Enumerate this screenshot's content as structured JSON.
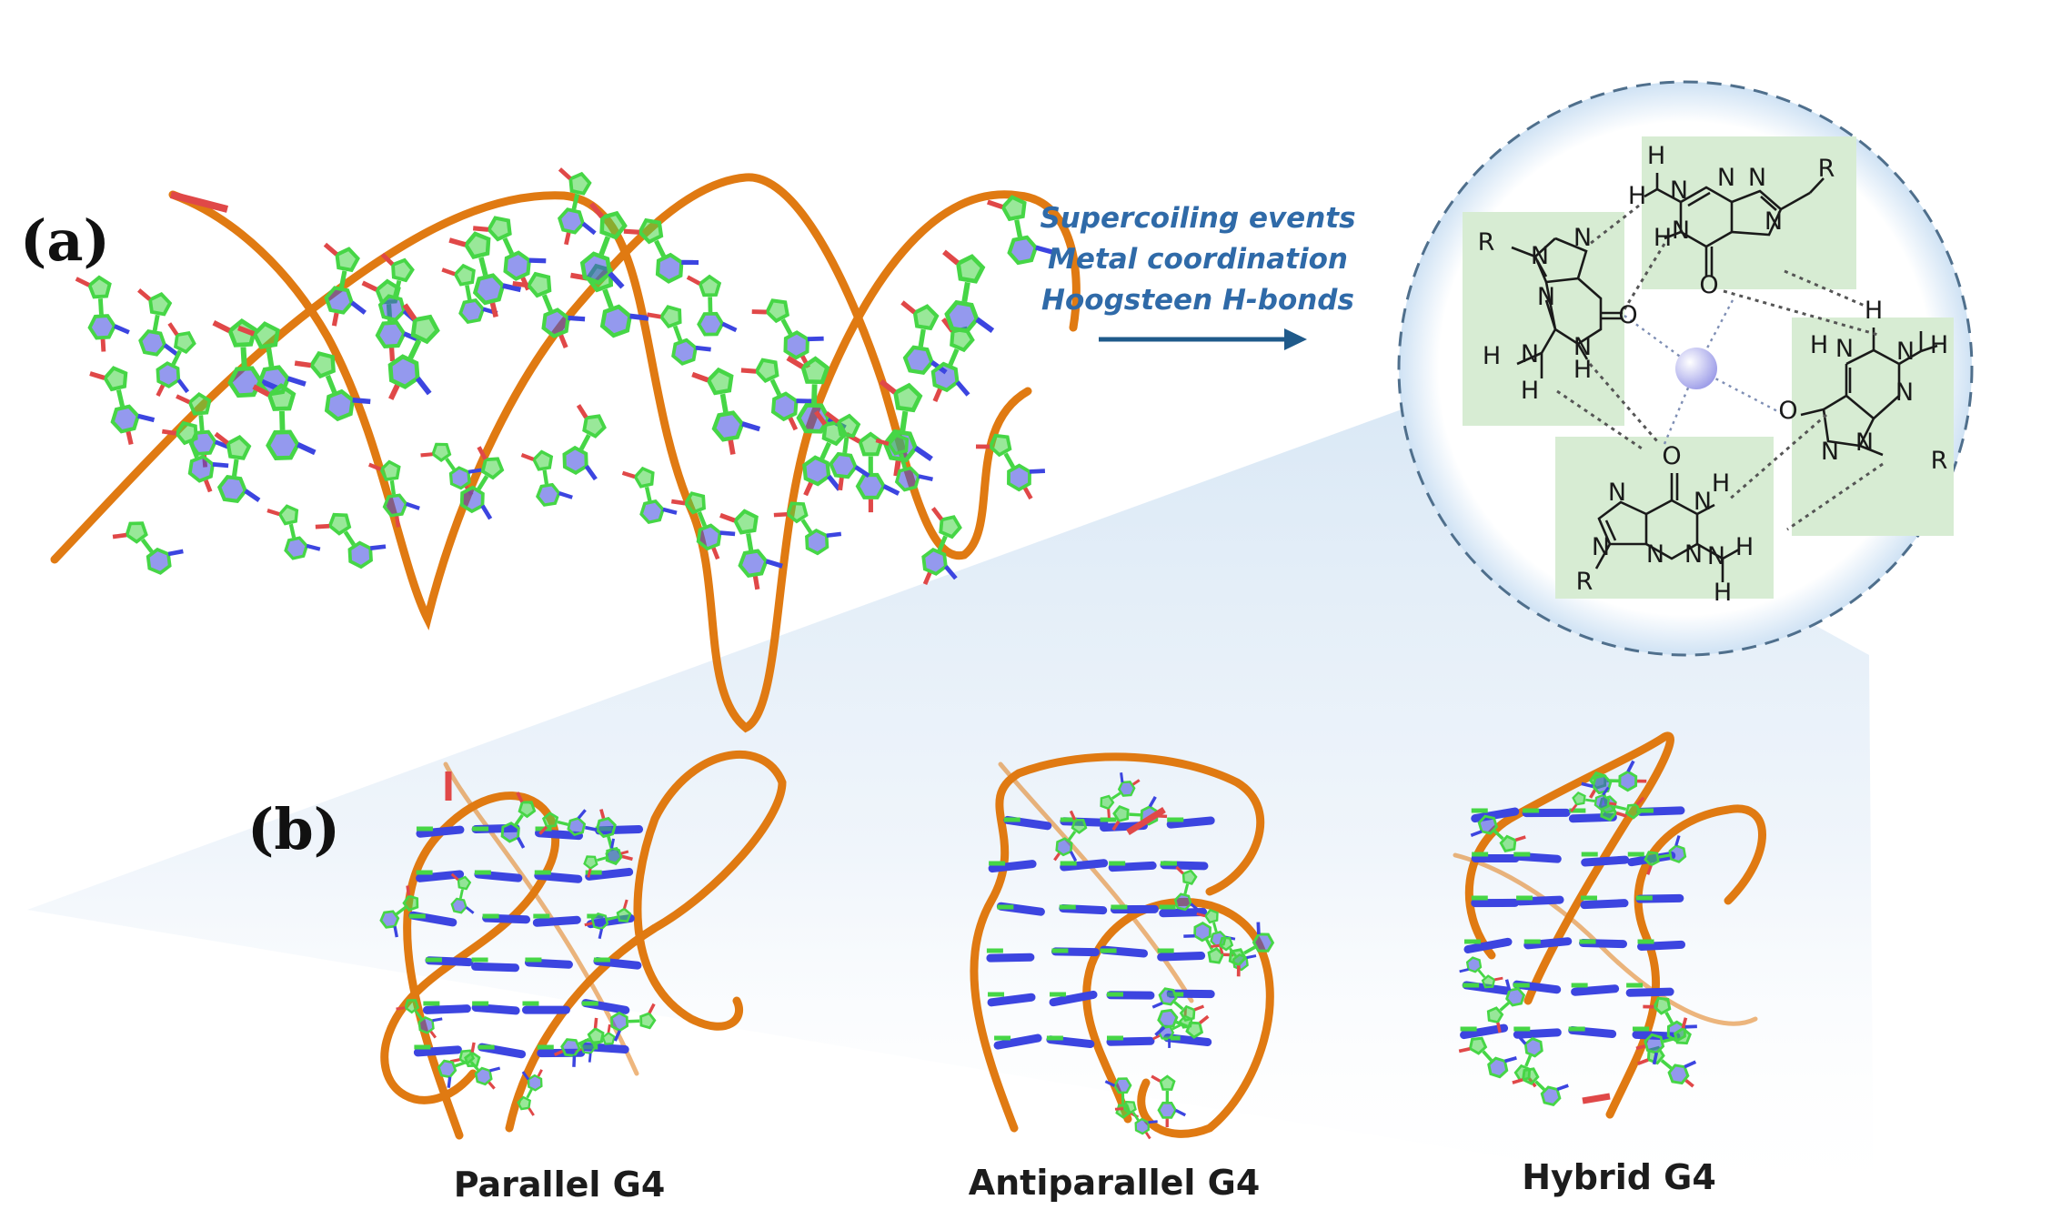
{
  "figure": {
    "panel_a_label": "(a)",
    "panel_b_label": "(b)",
    "process_steps": [
      "Supercoiling events",
      "Metal coordination",
      "Hoogsteen H-bonds"
    ],
    "structure_captions": [
      "Parallel G4",
      "Antiparallel G4",
      "Hybrid G4"
    ],
    "atom_labels": {
      "hydrogen": "H",
      "nitrogen": "N",
      "oxygen": "O",
      "substituent": "R"
    }
  },
  "colors": {
    "backbone": "#e07a12",
    "carbon": "#46d646",
    "nitrogen": "#3c45e0",
    "oxygen": "#e04848",
    "guanine_box": "#d7ecd3",
    "arrow": "#1f5a8a",
    "step_text": "#2f6aa8",
    "cation": "#b9b9f2"
  },
  "icons": [
    "right-arrow-icon",
    "metal-ion-icon",
    "magnifier-cone-icon"
  ]
}
